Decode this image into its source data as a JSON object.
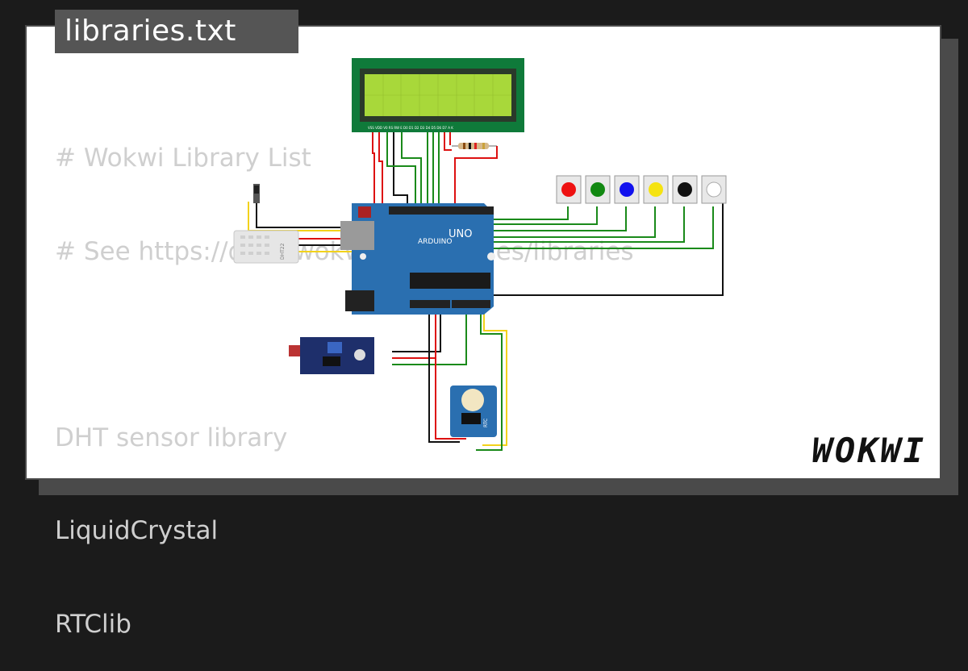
{
  "file_tab": {
    "title": "libraries.txt"
  },
  "code_lines": [
    "# Wokwi Library List",
    "# See https://docs.wokwi.com/guides/libraries",
    "",
    "DHT sensor library",
    "LiquidCrystal",
    "RTClib"
  ],
  "brand": {
    "logo_text": "WOKWI"
  },
  "circuit": {
    "arduino_label": "ARDUINO",
    "arduino_model": "UNO",
    "dht_label": "DHT22",
    "rtc_label": "RTC",
    "lcd_pins": "VSS VDD V0 RS RW E D0 D1 D2 D3 D4 D5 D6 D7 A K",
    "button_colors": [
      "red",
      "green",
      "blue",
      "yellow",
      "black",
      "white"
    ]
  },
  "colors": {
    "board_blue": "#2a6fb0",
    "lcd_green": "#0f7a3a",
    "lcd_screen": "#a8d83a",
    "wire_green": "#1a8a1a",
    "wire_red": "#dd1111",
    "wire_black": "#111111",
    "wire_yellow": "#f2d21b"
  }
}
